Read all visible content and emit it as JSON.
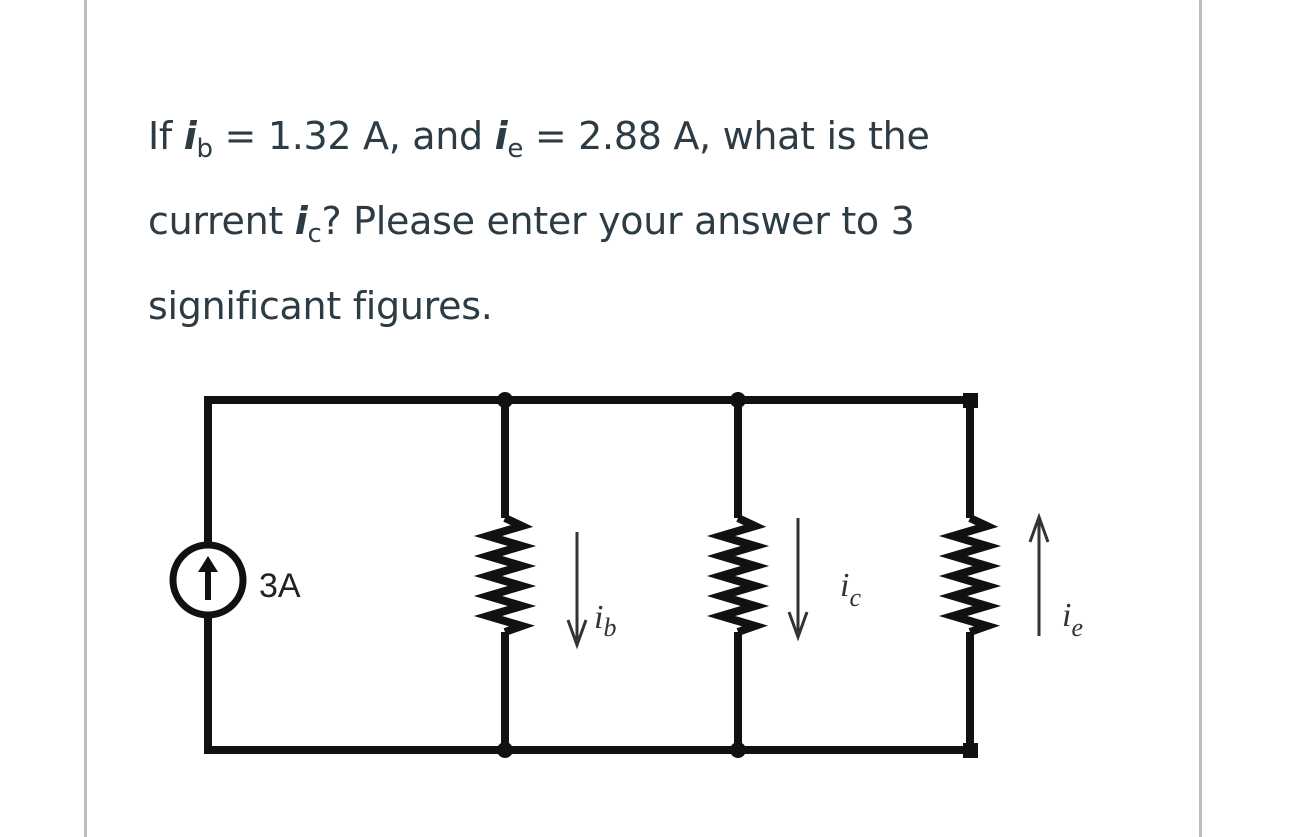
{
  "question": {
    "p1": "If ",
    "var_b": "i",
    "sub_b": "b",
    "p2": " = 1.32 A, and ",
    "var_e": "i",
    "sub_e": "e",
    "p3": " = 2.88 A, what is the",
    "p4": "current ",
    "var_c": "i",
    "sub_c": "c",
    "p5": "? Please enter your answer to 3",
    "p6": "significant figures."
  },
  "circuit": {
    "source_label": "3A",
    "ib_main": "i",
    "ib_sub": "b",
    "ic_main": "i",
    "ic_sub": "c",
    "ie_main": "i",
    "ie_sub": "e",
    "wire_color": "#111111"
  }
}
